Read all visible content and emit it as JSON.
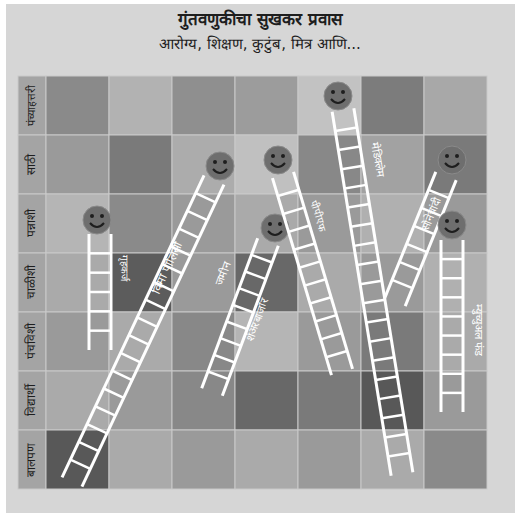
{
  "diagram": {
    "title": "गुंतवणुकीचा सुखकर प्रवास",
    "labels": [
      "आरोग्य, शिक्षण, कुटुंब, मित्र आणि...",
      "पंच्याहत्तरी",
      "साठी",
      "पन्नाशी",
      "चाळीशी",
      "पंचविशी",
      "विद्यार्थी",
      "बालपण",
      "गृहकर्ज",
      "विमा पॉलिसी",
      "जमीन",
      "शेअरबाजार",
      "पीपीएफ",
      "मेडिक्लेम",
      "सोनेचांदी",
      "म्युच्युअल फंड"
    ]
  }
}
